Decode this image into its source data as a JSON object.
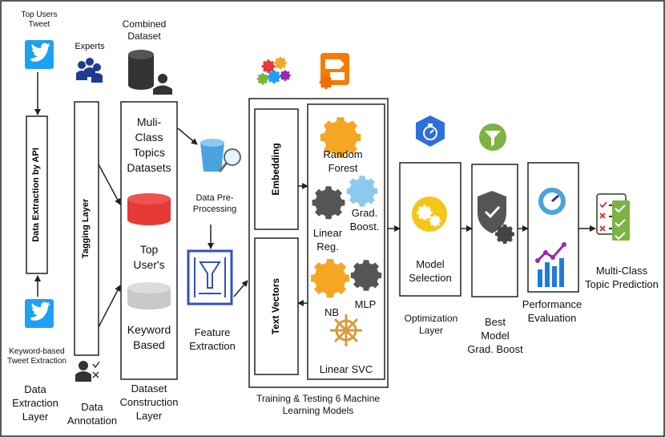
{
  "data_extraction": {
    "top_users_tweet": "Top Users\nTweet",
    "api_label": "Data Extraction by API",
    "keyword_tweet": "Keyword-based\nTweet Extraction",
    "layer_label": "Data\nExtraction\nLayer"
  },
  "annotation": {
    "experts": "Experts",
    "tagging_layer": "Tagging Layer",
    "layer_label": "Data\nAnnotation"
  },
  "dataset_construction": {
    "combined_dataset": "Combined\nDataset",
    "multi_class": "Muli-\nClass\nTopics\nDatasets",
    "top_users": "Top\nUser's",
    "keyword_based": "Keyword\nBased",
    "layer_label": "Dataset\nConstruction\nLayer"
  },
  "processing": {
    "preprocessing": "Data Pre-\nProcessing",
    "feature_extraction": "Feature\nExtraction"
  },
  "training": {
    "embedding": "Embedding",
    "text_vectors": "Text Vectors",
    "models": {
      "random_forest": "Random\nForest",
      "linear_reg": "Linear\nReg.",
      "grad_boost": "Grad.\nBoost.",
      "nb": "NB",
      "mlp": "MLP",
      "linear_svc": "Linear SVC"
    },
    "caption": "Training & Testing 6 Machine\nLearning Models"
  },
  "optimization": {
    "model_selection": "Model\nSelection",
    "layer_label": "Optimization\nLayer"
  },
  "best_model": {
    "label": "Best\nModel\nGrad. Boost"
  },
  "performance": {
    "label": "Performance\nEvaluation"
  },
  "output": {
    "label": "Multi-Class\nTopic Prediction"
  },
  "colors": {
    "twitter_blue": "#1da1f2",
    "gear_orange": "#f5a623",
    "brand_blue": "#2f6fdc",
    "navy": "#1f3a93",
    "red_db": "#e53935",
    "green": "#7cb342"
  }
}
